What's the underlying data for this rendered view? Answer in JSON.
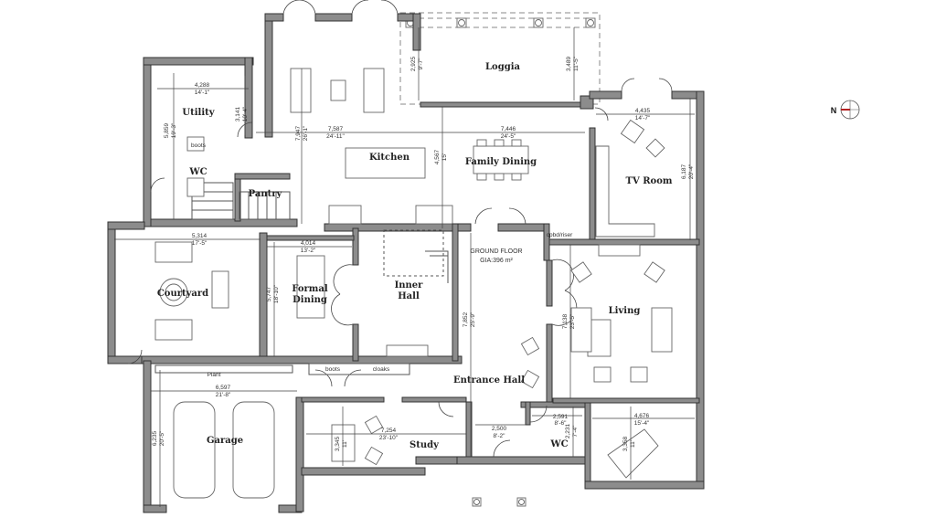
{
  "plan": {
    "title": "GROUND FLOOR",
    "gia": "GIA:396 m²",
    "north_label": "N",
    "accent_color": "#b22222"
  },
  "rooms": {
    "utility": "Utility",
    "wc_rear": "WC",
    "pantry": "Pantry",
    "kitchen": "Kitchen",
    "loggia": "Loggia",
    "family_dining": "Family Dining",
    "tv_room": "TV Room",
    "courtyard": "Courtyard",
    "formal_dining_1": "Formal",
    "formal_dining_2": "Dining",
    "inner_hall_1": "Inner",
    "inner_hall_2": "Hall",
    "living": "Living",
    "entrance_hall": "Entrance Hall",
    "garage": "Garage",
    "study": "Study",
    "wc_front": "WC"
  },
  "notes": {
    "boots_utility": "boots",
    "boots_hall": "boots",
    "cloaks": "cloaks",
    "cpbd_riser": "cpbd/riser",
    "plant": "Plant"
  },
  "dimensions": {
    "utility_w": {
      "m": "4,288",
      "ft": "14'-1\""
    },
    "utility_d": {
      "m": "3,141",
      "ft": "10'-4\""
    },
    "utility_h": {
      "m": "5,859",
      "ft": "19'-3\""
    },
    "kitchen_w": {
      "m": "7,587",
      "ft": "24'-11\""
    },
    "kitchen_d": {
      "m": "7,947",
      "ft": "26'-1\""
    },
    "loggia_l": {
      "m": "2,925",
      "ft": "9'-7\""
    },
    "loggia_r": {
      "m": "3,489",
      "ft": "11'-5\""
    },
    "dining_w": {
      "m": "7,446",
      "ft": "24'-5\""
    },
    "dining_d": {
      "m": "4,567",
      "ft": "15'"
    },
    "tv_w": {
      "m": "4,435",
      "ft": "14'-7\""
    },
    "tv_d": {
      "m": "6,187",
      "ft": "20'-4\""
    },
    "courtyard_w": {
      "m": "5,314",
      "ft": "17'-5\""
    },
    "formal_w": {
      "m": "4,014",
      "ft": "13'-2\""
    },
    "formal_d": {
      "m": "5,747",
      "ft": "18'-10\""
    },
    "entrance_d": {
      "m": "7,852",
      "ft": "25'-9\""
    },
    "living_d": {
      "m": "7,138",
      "ft": "23'-5\""
    },
    "garage_w": {
      "m": "6,597",
      "ft": "21'-8\""
    },
    "garage_d": {
      "m": "6,235",
      "ft": "20'-5\""
    },
    "study_w": {
      "m": "7,254",
      "ft": "23'-10\""
    },
    "study_d": {
      "m": "3,345",
      "ft": "11'"
    },
    "porch_w": {
      "m": "2,500",
      "ft": "8'-2\""
    },
    "wc_w": {
      "m": "2,591",
      "ft": "8'-6\""
    },
    "wc_d": {
      "m": "2,231",
      "ft": "7'-4\""
    },
    "piano_w": {
      "m": "4,676",
      "ft": "15'-4\""
    },
    "piano_d": {
      "m": "3,358",
      "ft": "11'"
    }
  }
}
